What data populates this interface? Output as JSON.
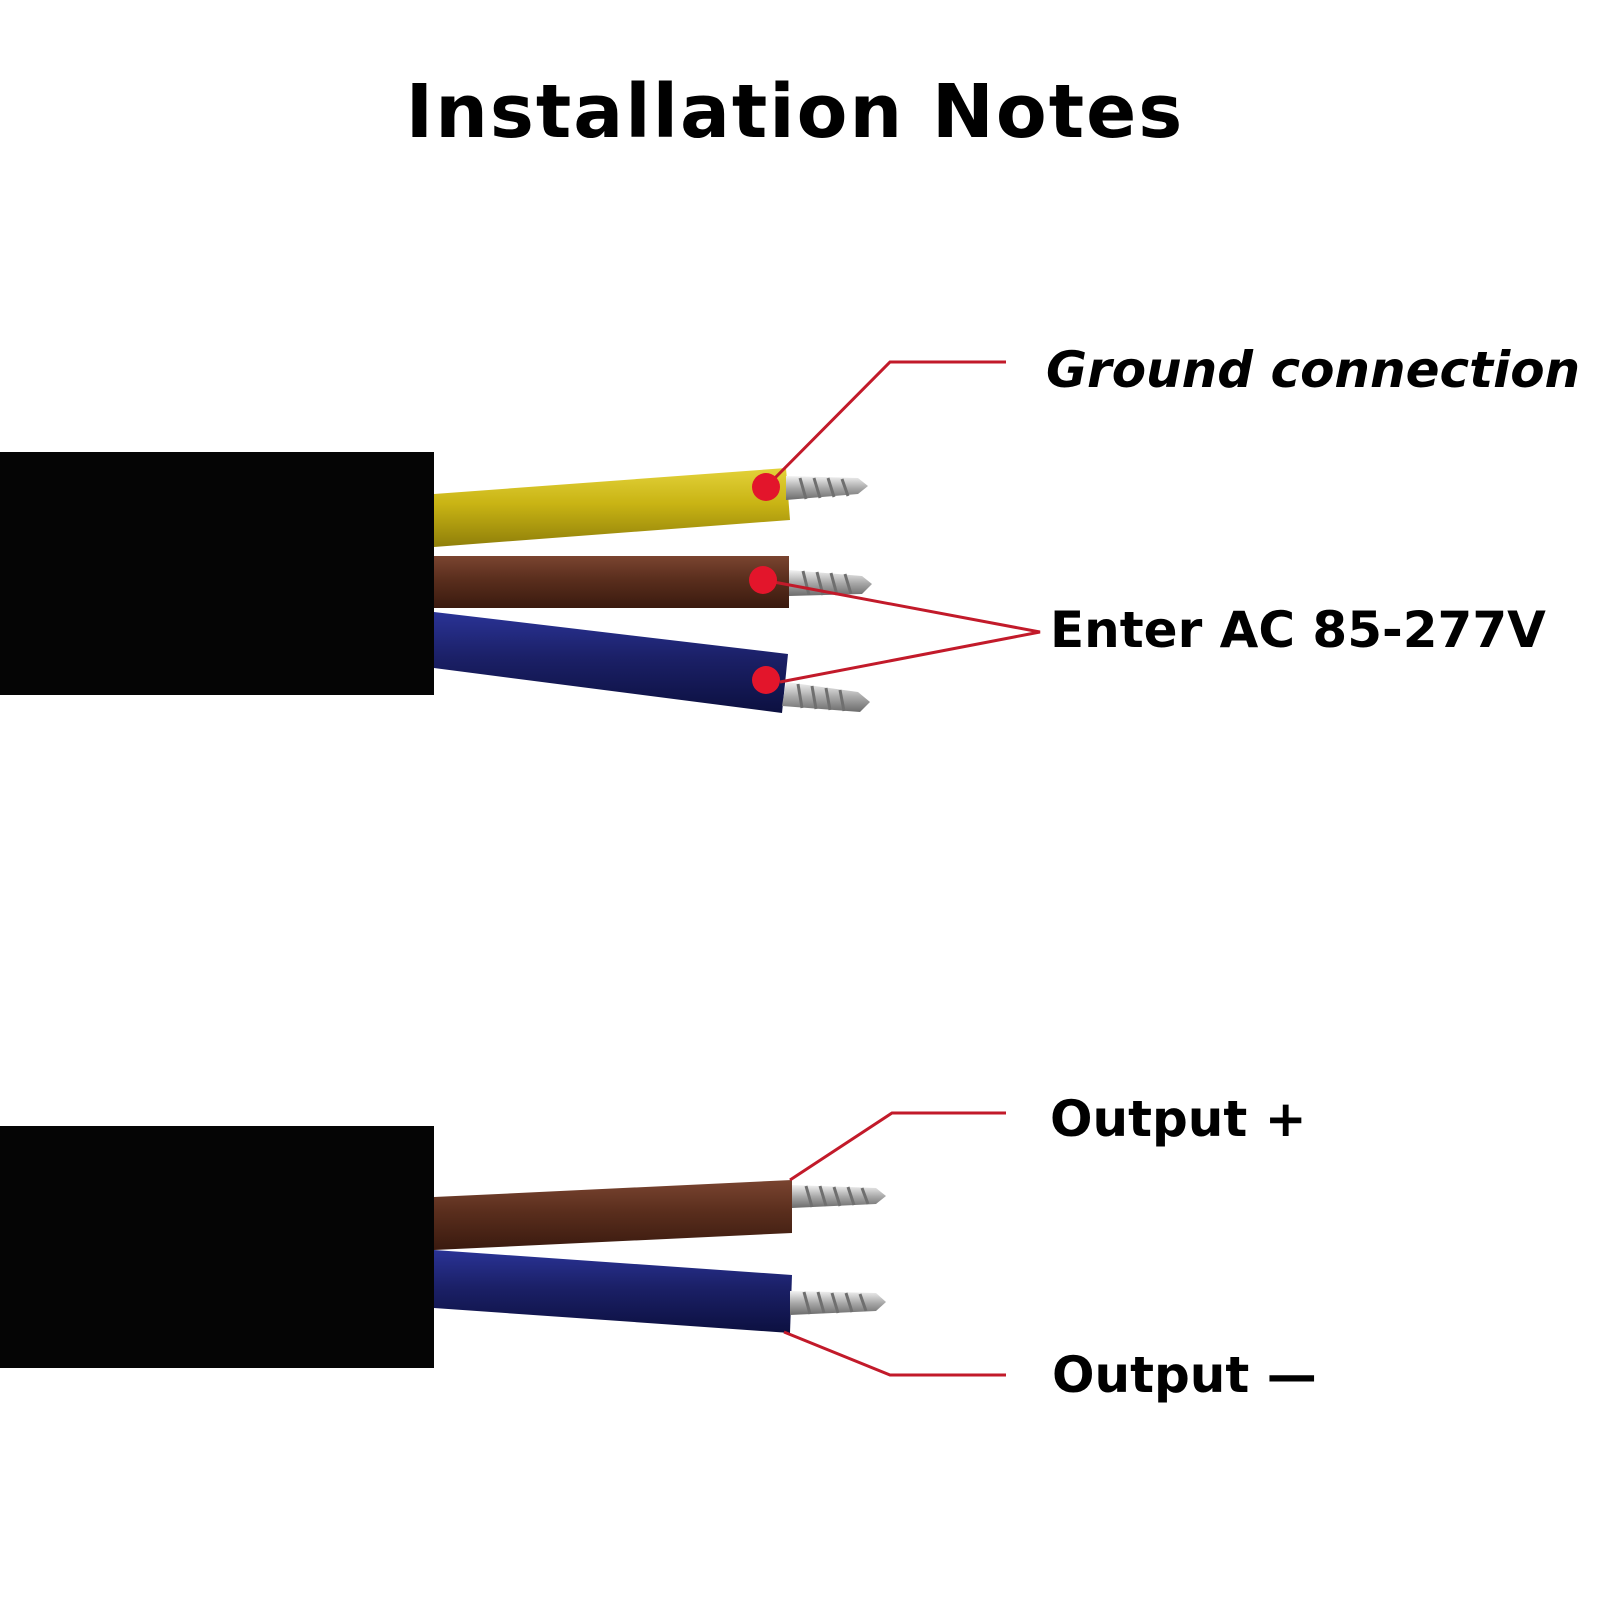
{
  "title": "Installation Notes",
  "input_cable": {
    "labels": {
      "ground": "Ground connection",
      "ac_input": "Enter AC 85-277V"
    },
    "wire_colors": {
      "ground": "#c9b414",
      "live": "#5a2e1d",
      "neutral": "#1b2067"
    }
  },
  "output_cable": {
    "labels": {
      "positive": "Output +",
      "negative": "Output —"
    },
    "wire_colors": {
      "positive": "#5a2e1d",
      "negative": "#1b2067"
    }
  },
  "colors": {
    "jacket": "#050505",
    "leader_line": "#c21a2a",
    "marker_dot": "#e3152b",
    "conductor": "#b8b8b8"
  }
}
